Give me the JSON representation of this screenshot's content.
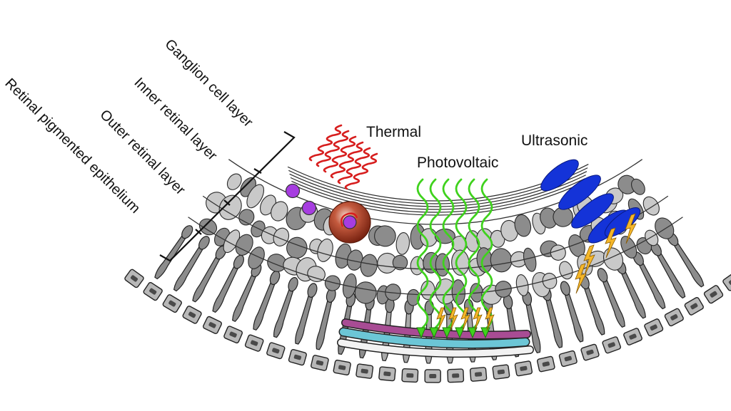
{
  "layer_labels": {
    "ganglion": "Ganglion cell layer",
    "inner": "Inner retinal layer",
    "outer": "Outer retinal layer",
    "rpe": "Retinal pigmented epithelium"
  },
  "modalities": {
    "thermal": "Thermal",
    "photovoltaic": "Photovoltaic",
    "ultrasonic": "Ultrasonic"
  },
  "colors": {
    "thermal_wave": "#d71e1e",
    "photovoltaic_wave": "#3fd21d",
    "ultrasound_blob": "#1433d8",
    "spark": "#f5b72a",
    "cell_gray": "#8c8c8c",
    "cell_light": "#c9c9c9",
    "implant_magenta": "#a84c94",
    "implant_cyan": "#6cc6d6",
    "implant_white": "#f2f2f2",
    "particle_purple": "#a63de0",
    "heat_sphere": "#b4452c"
  },
  "icons": [
    "thermal-wave-icon",
    "photovoltaic-wave-icon",
    "ultrasound-blob-icon",
    "lightning-spark-icon"
  ]
}
